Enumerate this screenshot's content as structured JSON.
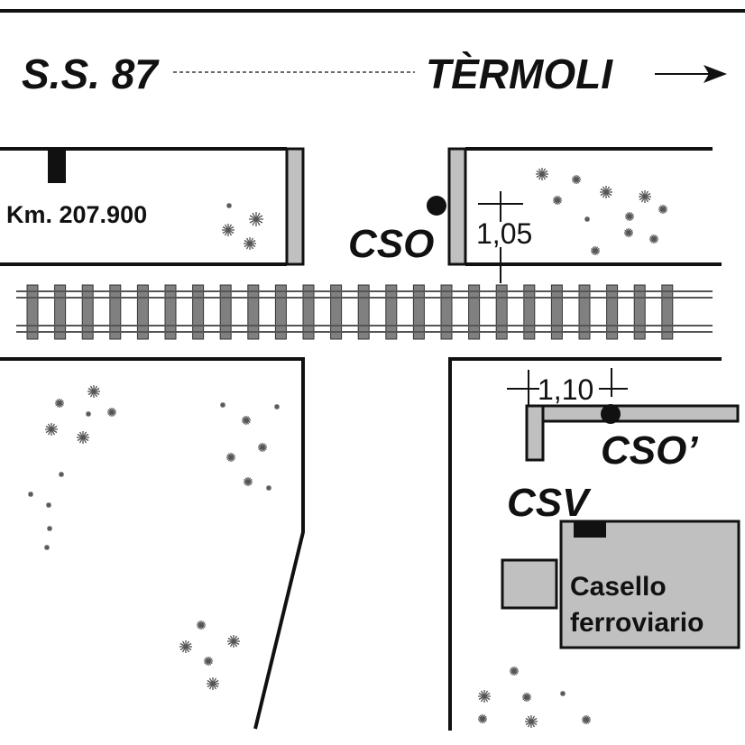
{
  "road": {
    "name": "S.S. 87",
    "destination": "TÈRMOLI",
    "direction_arrow": "arrow-right-icon"
  },
  "markers": {
    "km": "Km. 207.900"
  },
  "signals": {
    "cso": "CSO",
    "cso_prime": "CSO’",
    "csv": "CSV"
  },
  "distances": {
    "cso": "1,05",
    "cso_prime": "1,10"
  },
  "building": {
    "line1": "Casello",
    "line2": "ferroviario"
  },
  "colors": {
    "line": "#111111",
    "fill_gray": "#c0c0c0",
    "rail_gray": "#808080"
  }
}
